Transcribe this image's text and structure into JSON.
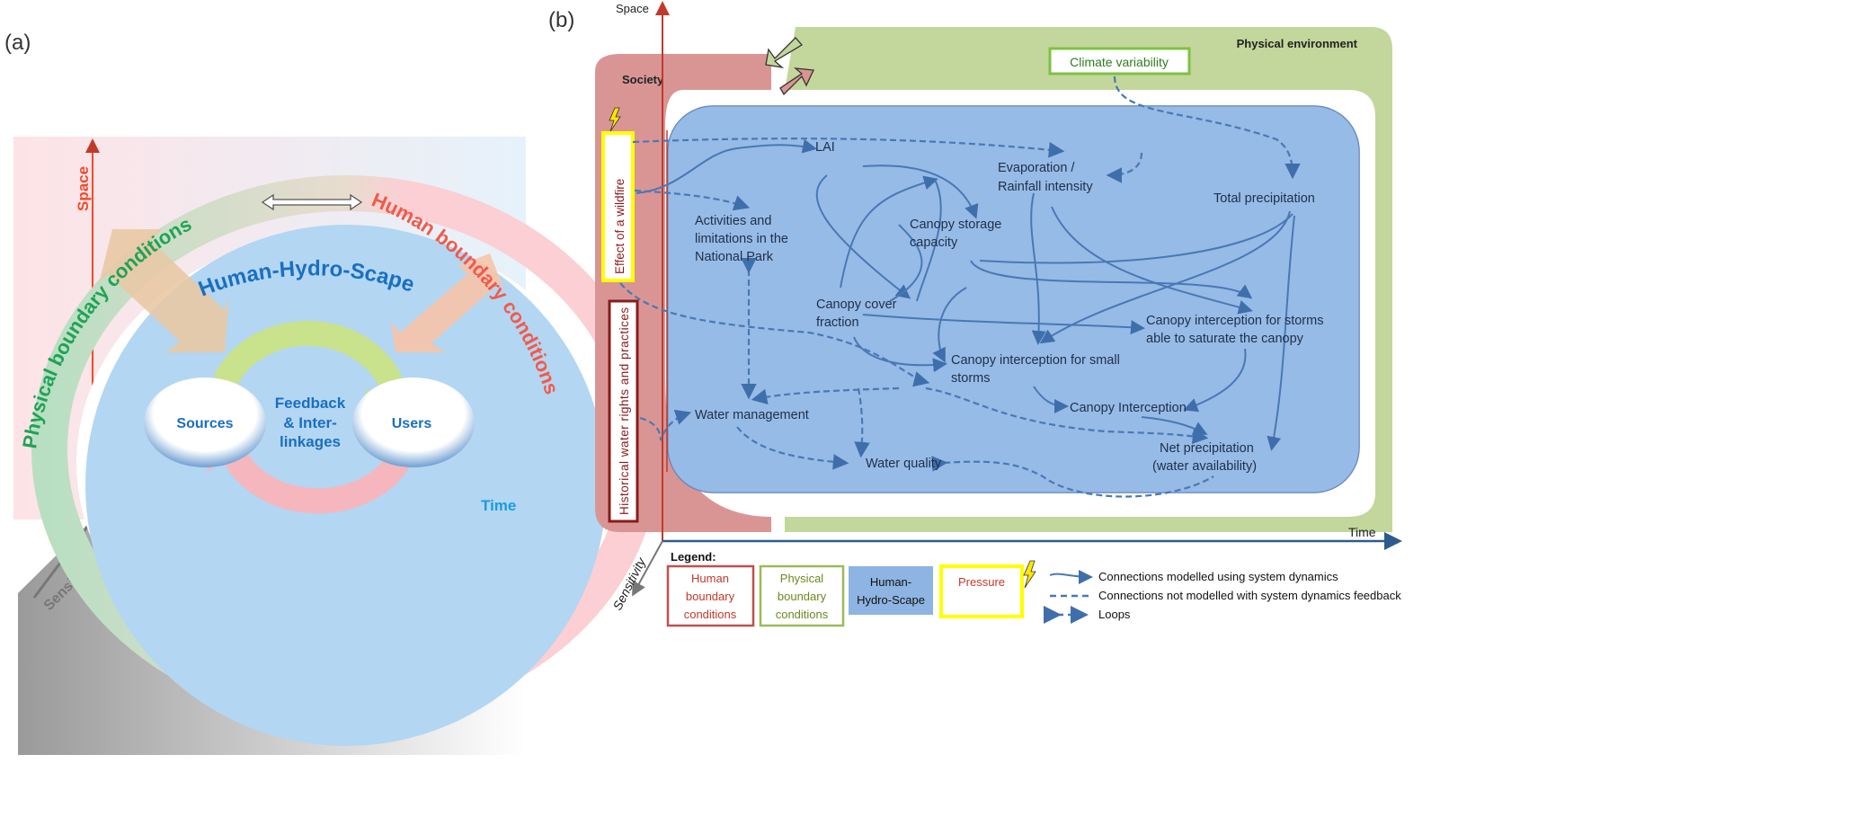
{
  "panel_a": {
    "label": "(a)",
    "axis_space": "Space",
    "axis_time": "Time",
    "axis_sensitivity": "Sensitivity",
    "physical": "Physical boundary conditions",
    "human": "Human boundary conditions",
    "hhs": "Human-Hydro-Scape",
    "sources": "Sources",
    "users": "Users",
    "feedback_1": "Feedback",
    "feedback_2": "& Inter-",
    "feedback_3": "linkages"
  },
  "panel_b": {
    "label": "(b)",
    "axis_space": "Space",
    "axis_time": "Time",
    "axis_sensitivity": "Sensitivity",
    "society": "Society",
    "physical_env": "Physical environment",
    "climate": "Climate variability",
    "wildfire": "Effect of a wildfire",
    "historical": "Historical water rights and practices",
    "nodes": {
      "lai": "LAI",
      "evap_1": "Evaporation /",
      "evap_2": "Rainfall intensity",
      "total_precip": "Total precipitation",
      "activities_1": "Activities and",
      "activities_2": "limitations in the",
      "activities_3": "National Park",
      "storage_1": "Canopy storage",
      "storage_2": "capacity",
      "cover_1": "Canopy cover",
      "cover_2": "fraction",
      "sat_1": "Canopy interception for storms",
      "sat_2": "able to saturate the canopy",
      "small_1": "Canopy interception for small",
      "small_2": "storms",
      "interception": "Canopy Interception",
      "water_mgmt": "Water management",
      "net_1": "Net precipitation",
      "net_2": "(water availability)",
      "water_quality": "Water quality"
    },
    "legend": {
      "title": "Legend:",
      "human_1": "Human",
      "human_2": "boundary",
      "human_3": "conditions",
      "phys_1": "Physical",
      "phys_2": "boundary",
      "phys_3": "conditions",
      "hhs_1": "Human-",
      "hhs_2": "Hydro-Scape",
      "pressure": "Pressure",
      "solid": "Connections modelled using system dynamics",
      "dashed": "Connections not modelled with system dynamics feedback",
      "loops": "Loops"
    },
    "colors": {
      "society": "#d99594",
      "physical": "#c3d69b",
      "hhs": "#8db4e2",
      "pressure": "#ffff00",
      "arrow": "#3f6fab"
    }
  }
}
